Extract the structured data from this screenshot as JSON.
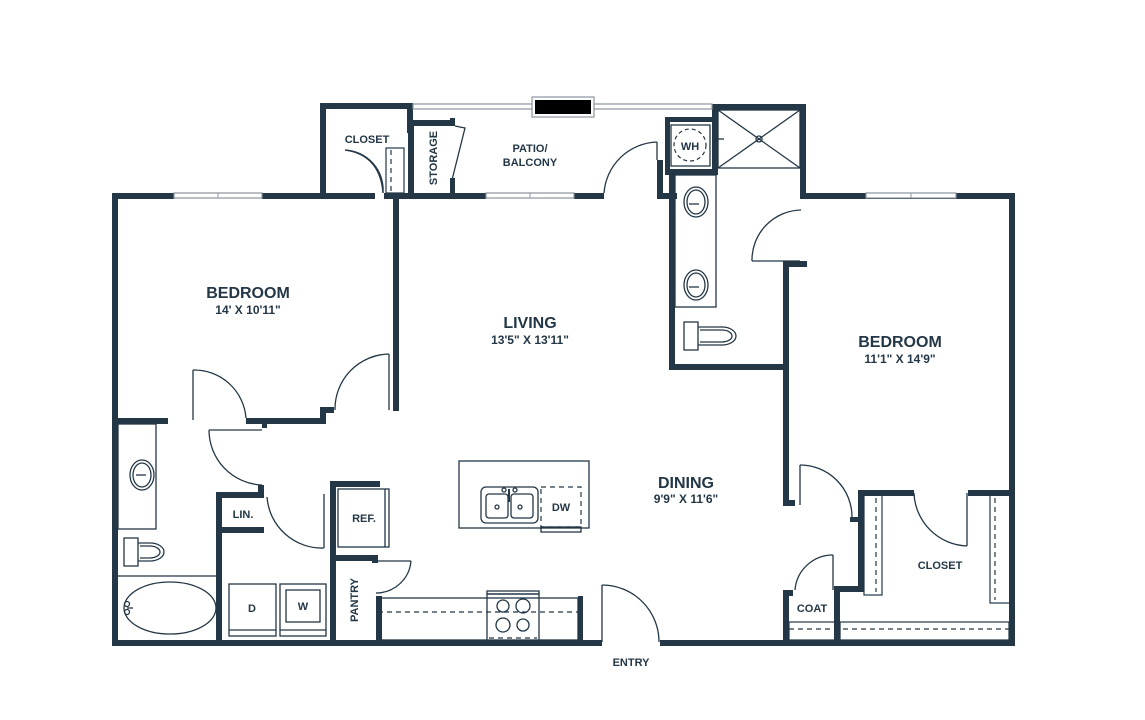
{
  "colors": {
    "wall": "#233746",
    "background": "#ffffff",
    "window": "#8a949c"
  },
  "rooms": {
    "bedroom_left": {
      "name": "BEDROOM",
      "dims": "14' X 10'11\""
    },
    "living": {
      "name": "LIVING",
      "dims": "13'5\" X 13'11\""
    },
    "bedroom_right": {
      "name": "BEDROOM",
      "dims": "11'1\" X 14'9\""
    },
    "dining": {
      "name": "DINING",
      "dims": "9'9\" X 11'6\""
    },
    "closet_top": {
      "name": "CLOSET"
    },
    "storage": {
      "name": "STORAGE"
    },
    "patio": {
      "line1": "PATIO/",
      "line2": "BALCONY"
    },
    "water_heater": {
      "name": "WH"
    },
    "linen": {
      "name": "LIN."
    },
    "refrigerator": {
      "name": "REF."
    },
    "dishwasher": {
      "name": "DW"
    },
    "pantry": {
      "name": "PANTRY"
    },
    "dryer": {
      "name": "D"
    },
    "washer": {
      "name": "W"
    },
    "coat": {
      "name": "COAT"
    },
    "closet_right": {
      "name": "CLOSET"
    },
    "entry": {
      "name": "ENTRY"
    }
  },
  "icons": [
    "sink-icon",
    "toilet-icon",
    "bathtub-icon",
    "shower-icon",
    "stove-icon",
    "kitchen-sink-icon",
    "door-swing-icon",
    "window-icon"
  ]
}
